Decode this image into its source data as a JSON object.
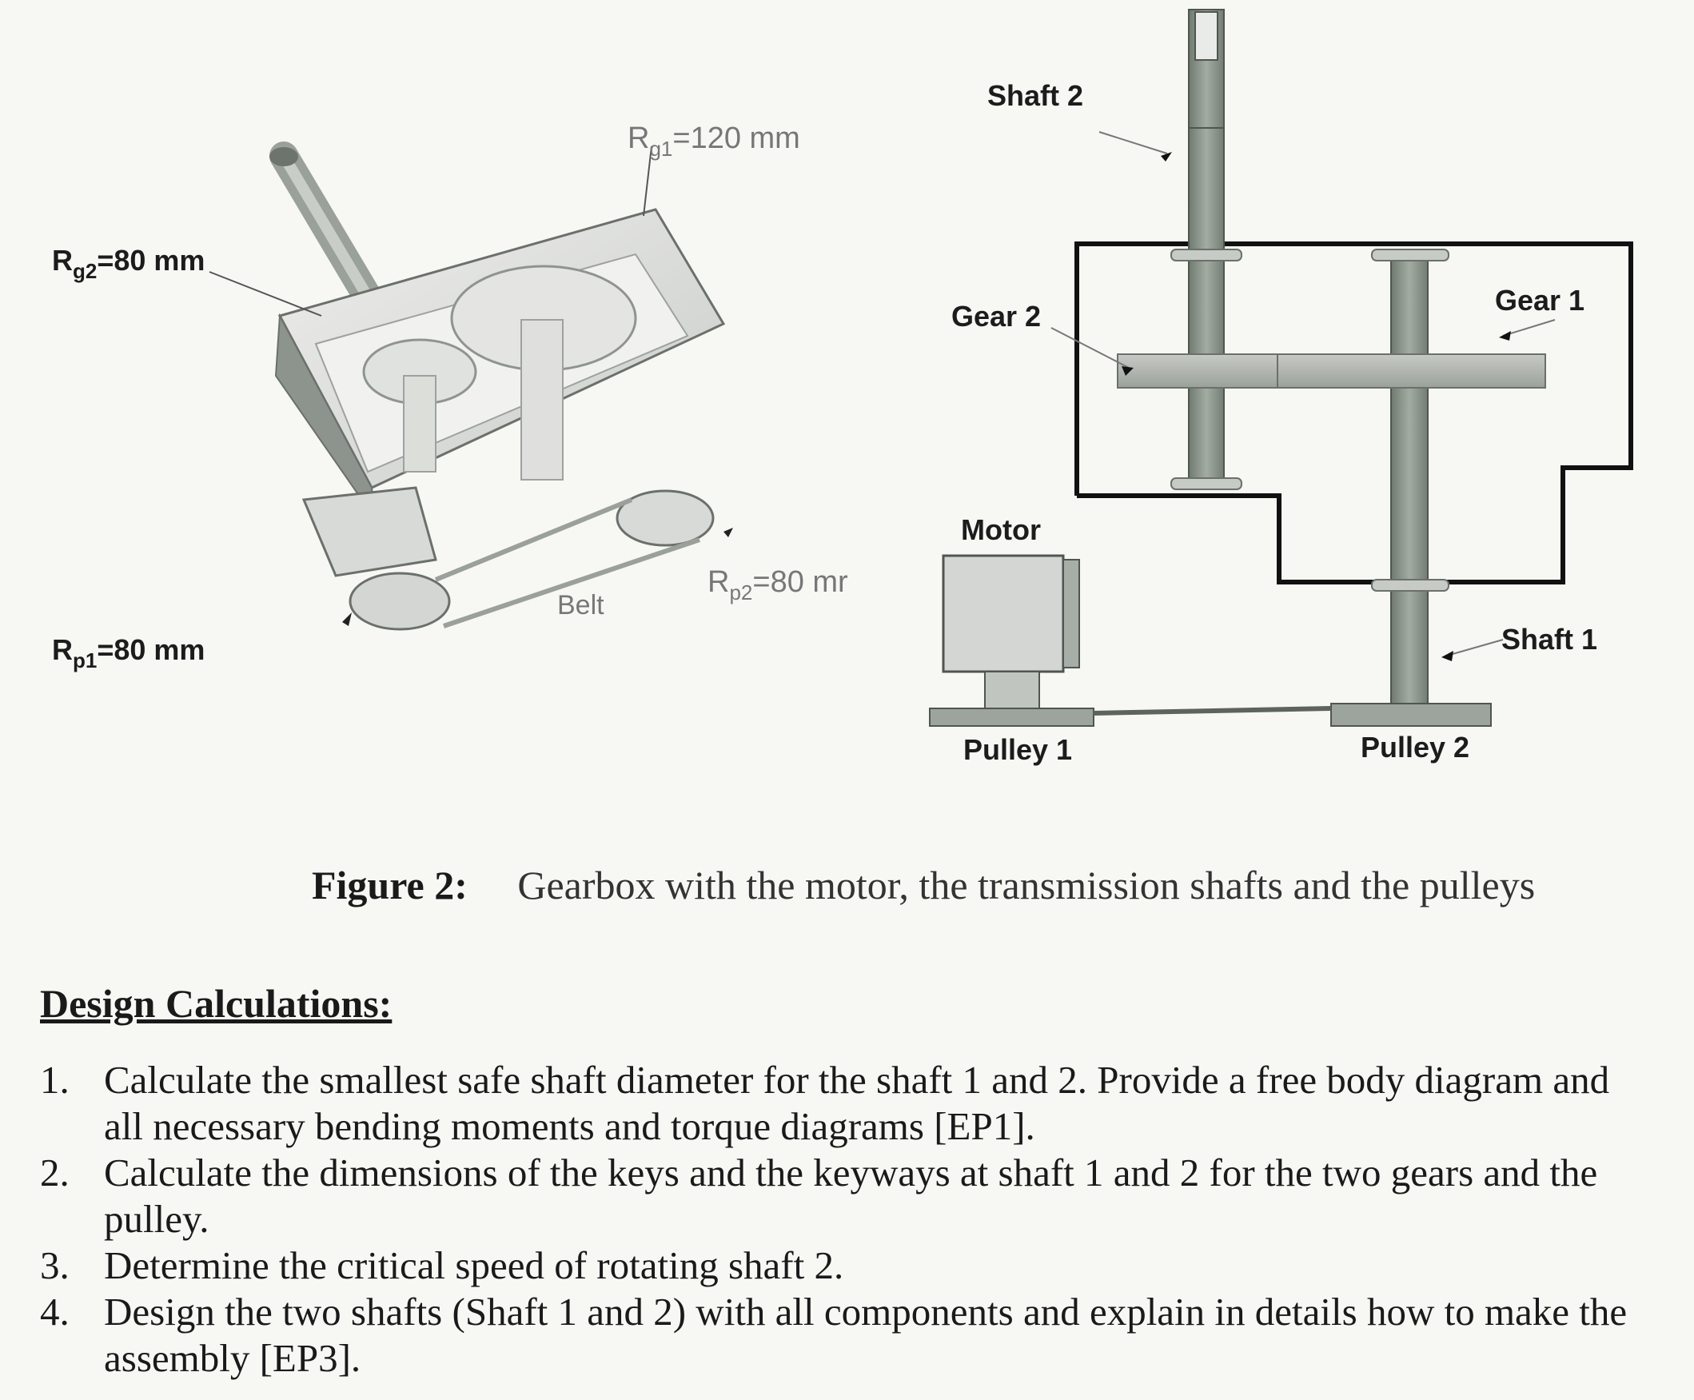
{
  "figure": {
    "iso_labels": {
      "rg2_main": "R",
      "rg2_sub": "g2",
      "rg2_tail": "=80 mm",
      "rg1_main": "R",
      "rg1_sub": "g1",
      "rg1_tail": "=120 mm",
      "rp1_main": "R",
      "rp1_sub": "p1",
      "rp1_tail": "=80 mm",
      "rp2_main": "R",
      "rp2_sub": "p2",
      "rp2_tail": "=80 mr",
      "belt": "Belt"
    },
    "schematic_labels": {
      "shaft2": "Shaft 2",
      "gear2": "Gear 2",
      "gear1": "Gear 1",
      "motor": "Motor",
      "shaft1": "Shaft 1",
      "pulley1": "Pulley 1",
      "pulley2": "Pulley 2"
    }
  },
  "caption": {
    "label": "Figure 2:",
    "text": "Gearbox with the motor, the transmission shafts and the pulleys"
  },
  "section_title": "Design Calculations:",
  "tasks": [
    {
      "num": "1.",
      "text": "Calculate the smallest safe shaft diameter for the shaft 1 and 2. Provide a free body diagram and all necessary bending moments and torque diagrams [EP1]."
    },
    {
      "num": "2.",
      "text": "Calculate the dimensions of the keys and the keyways at shaft 1 and 2 for the two gears and the pulley."
    },
    {
      "num": "3.",
      "text": "Determine the critical speed of rotating shaft 2."
    },
    {
      "num": "4.",
      "text": "Design the two shafts (Shaft 1 and 2) with all components and explain in details how to make the assembly [EP3]."
    }
  ]
}
